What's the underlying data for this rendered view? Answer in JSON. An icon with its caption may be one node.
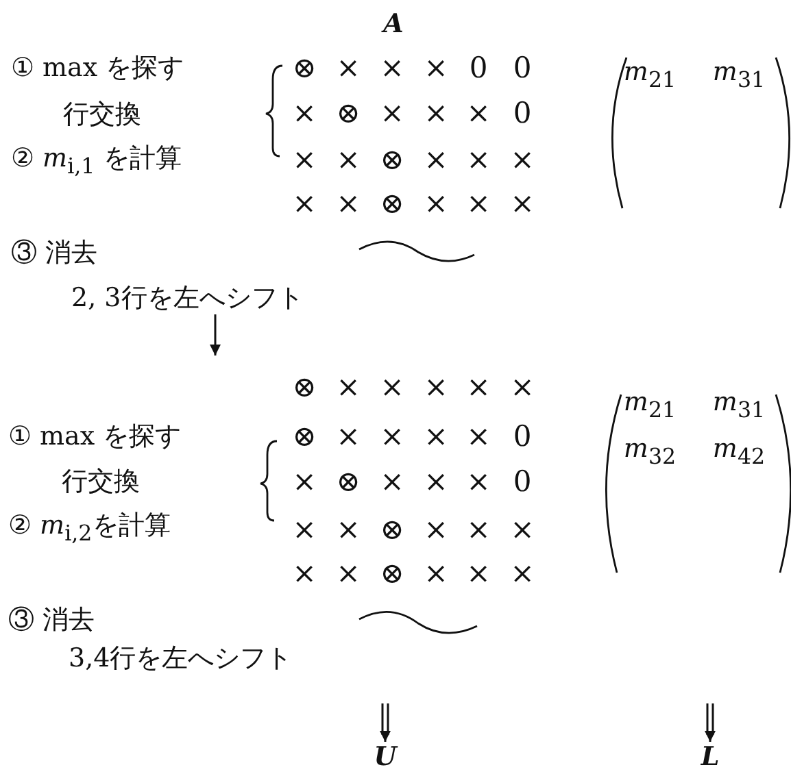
{
  "diagram": {
    "nodes": [
      {
        "text": [
          "2, 3行を左へシフト"
        ]
      },
      {
        "text": [
          "U"
        ]
      },
      {
        "text": [
          "L"
        ]
      }
    ],
    "edges": [
      {
        "from": 0,
        "to": null,
        "arrow": "to"
      },
      {
        "from": null,
        "to": 1,
        "arrow": "to"
      },
      {
        "from": null,
        "to": 2,
        "arrow": "to"
      }
    ],
    "labels": [
      "A",
      "① max を探す",
      "⊗",
      "×",
      "×",
      "×",
      "0",
      "0",
      "*m*$_{21}$",
      "*m*$_{31}$",
      "行交換",
      "×",
      "⊗",
      "×",
      "×",
      "×",
      "0",
      "② *m*$_{i,1}$ を計算",
      "×",
      "×",
      "⊗",
      "×",
      "×",
      "×",
      "×",
      "×",
      "⊗",
      "×",
      "×",
      "×",
      "③ 消去",
      "⊗",
      "×",
      "×",
      "×",
      "×",
      "×",
      "*m*$_{21}$",
      "*m*$_{31}$",
      "① max を探す",
      "⊗",
      "×",
      "×",
      "×",
      "×",
      "0",
      "*m*$_{32}$",
      "*m*$_{42}$",
      "行交換",
      "×",
      "⊗",
      "×",
      "×",
      "×",
      "0",
      "② *m*$_{i,2}$を計算",
      "×",
      "×",
      "⊗",
      "×",
      "×",
      "×",
      "×",
      "×",
      "⊗",
      "×",
      "×",
      "×",
      "③ 消去",
      "3,4行を左へシフト"
    ]
  }
}
